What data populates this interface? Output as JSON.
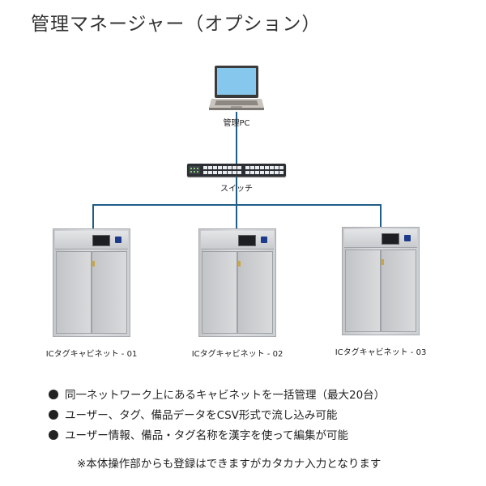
{
  "title": "管理マネージャー（オプション）",
  "pc_label": "管理PC",
  "switch_label": "スイッチ",
  "cabinets": [
    {
      "label": "ICタグキャビネット - 01"
    },
    {
      "label": "ICタグキャビネット - 02"
    },
    {
      "label": "ICタグキャビネット - 03"
    }
  ],
  "bullets": [
    "同一ネットワーク上にあるキャビネットを一括管理（最大20台）",
    "ユーザー、タグ、備品データをCSV形式で流し込み可能",
    "ユーザー情報、備品・タグ名称を漢字を使って編集が可能"
  ],
  "note": "※本体操作部からも登録はできますがカタカナ入力となります",
  "colors": {
    "network_line": "#1f5d86",
    "switch_body": "#2b2f34",
    "laptop_screen": "#86c7ee"
  }
}
